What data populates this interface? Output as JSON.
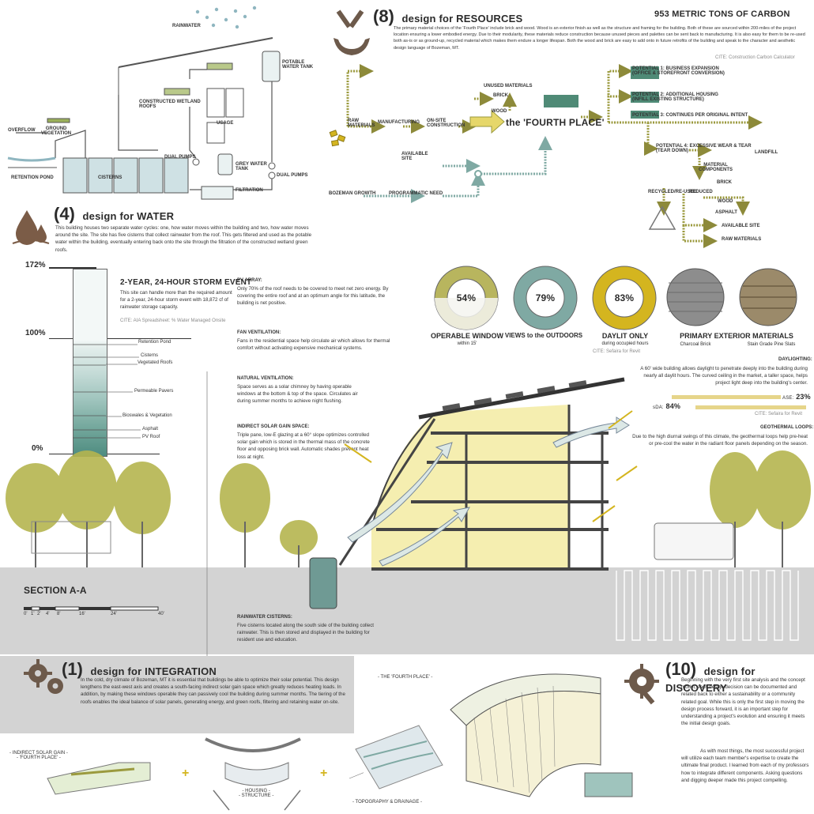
{
  "water": {
    "rainwater": "RAINWATER",
    "potable_tank": "POTABLE\nWATER TANK",
    "wetland_roofs": "CONSTRUCTED WETLAND\nROOFS",
    "usage": "USAGE",
    "overflow": "OVERFLOW",
    "ground_vegetation": "GROUND\nVEGETATION",
    "dual_pumps_1": "DUAL PUMPS",
    "grey_tank": "GREY WATER\nTANK",
    "dual_pumps_2": "DUAL PUMPS",
    "retention_pond": "RETENTION POND",
    "cisterns": "CISTERNS",
    "filtration": "FILTRATION",
    "num": "(4)",
    "title": "design for WATER",
    "body": "This building houses two separate water cycles: one, how water moves within the building and two, how water moves around the site. The site has five cisterns that collect rainwater from the roof. This gets filtered and used as the potable water within the building, eventually entering back onto the site through the filtration of the constructed wetland green roofs."
  },
  "resources": {
    "num": "(8)",
    "title": "design for RESOURCES",
    "carbon": "953 METRIC TONS OF CARBON",
    "body": "The primary material choices of the 'Fourth Place' include brick and wood. Wood is an exterior finish as well as the structure and framing for the building. Both of these are sourced within 200-miles of the project location ensuring a lower embodied energy. Due to their modularity, these materials reduce construction because unused pieces and palettes can be sent back to manufacturing. It is also easy for them to be re-used both as-is or as ground-up, recycled material which makes them endure a longer lifespan. Both the wood and brick are easy to add onto in future retrofits of the building and speak to the character and aesthetic design language of Bozeman, MT.",
    "cite": "CITE: Construction Carbon Calculator",
    "raw_materials": "RAW\nMATERIALS",
    "manufacturing": "MANUFACTURING",
    "onsite": "ON-SITE\nCONSTRUCTION",
    "unused": "UNUSED MATERIALS",
    "brick": "BRICK",
    "wood": "WOOD",
    "fourth_place": "the 'FOURTH PLACE'",
    "available_site": "AVAILABLE\nSITE",
    "bozeman_growth": "BOZEMAN GROWTH",
    "programmatic_need": "PROGRAMMATIC NEED",
    "p1": "POTENTIAL 1: BUSINESS EXPANSION\n(OFFICE & STOREFRONT CONVERSION)",
    "p2": "POTENTIAL 2: ADDITIONAL HOUSING\n(INFILL EXISTING STRUCTURE)",
    "p3": "POTENTIAL 3: CONTINUES PER ORIGINAL INTENT",
    "p4": "POTENTIAL 4: EXCESSIVE WEAR & TEAR\n(TEAR DOWN)",
    "landfill": "LANDFILL",
    "material_components": "MATERIAL\nCOMPONENTS",
    "brick2": "BRICK",
    "recycled": "RECYCLED/RE-USED",
    "reduced": "REDUCED",
    "wood2": "WOOD",
    "asphalt": "ASPHALT",
    "available_site2": "AVAILABLE SITE",
    "raw_materials2": "RAW MATERIALS"
  },
  "storm": {
    "p172": "172%",
    "p100": "100%",
    "p0": "0%",
    "title": "2-YEAR, 24-HOUR STORM EVENT",
    "body": "This site can handle more than the required amount for a 2-year, 24-hour storm event with 18,872 cf of rainwater storage capacity.",
    "cite": "CITE: AIA Spreadsheet: % Water Managed Onsite",
    "items": [
      "Retention Pond",
      "Cisterns",
      "Vegetated Roofs",
      "Permeable Pavers",
      "Bioswales & Vegetation",
      "Asphalt",
      "PV Roof"
    ]
  },
  "section": {
    "pv_head": "PV ARRAY:",
    "pv_body": "Only 70% of the roof needs to be covered to meet net zero energy. By covering the entire roof and at an optimum angle for this latitude, the building is net positive.",
    "fan_head": "FAN VENTILATION:",
    "fan_body": "Fans in the residential space help circulate air which allows for thermal comfort without activating expensive mechanical systems.",
    "nat_head": "NATURAL VENTILATION:",
    "nat_body": "Space serves as a solar chimney by having operable windows at the bottom & top of the space. Circulates air during summer months to achieve night flushing.",
    "solar_head": "INDIRECT SOLAR GAIN SPACE:",
    "solar_body": "Triple pane, low-E glazing at a 60° slope optimizes controlled solar gain which is stored in the thermal mass of the concrete floor and opposing brick wall. Automatic shades prevent heat loss at night.",
    "cistern_head": "RAINWATER CISTERNS:",
    "cistern_body": "Five cisterns located along the south side of the building collect rainwater. This is then stored and displayed in the building for resident use and education.",
    "title": "SECTION A-A",
    "scale": [
      "0'",
      "1'",
      "2'",
      "4'",
      "8'",
      "16'",
      "24'",
      "40'"
    ]
  },
  "gauges": [
    {
      "value": "54%",
      "label": "OPERABLE WINDOW",
      "sub": "within 15'",
      "color": "#b8b55e"
    },
    {
      "value": "79%",
      "label": "VIEWS to the OUTDOORS",
      "sub": "",
      "color": "#7fa9a3"
    },
    {
      "value": "83%",
      "label": "DAYLIT ONLY",
      "sub": "during occupied hours",
      "color": "#d4b51f"
    }
  ],
  "gauge_cite": "CITE: Sefaira for Revit",
  "materials": {
    "head": "PRIMARY EXTERIOR MATERIALS",
    "m1": "Charcoal Brick",
    "m2": "Stain Grade Pine Slats"
  },
  "daylight": {
    "head": "DAYLIGHTING:",
    "body": "A 60' wide building allows daylight to penetrate deeply into the building during nearly all daylit hours. The curved ceiling in the market, a taller space, helps project light deep into the building's center.",
    "ase_lbl": "ASE:",
    "ase_val": "23%",
    "sda_lbl": "sDA:",
    "sda_val": "84%",
    "cite": "CITE: Sefaira for Revit"
  },
  "geo": {
    "head": "GEOTHERMAL LOOPS:",
    "body": "Due to the high diurnal swings of this climate, the geothermal loops help pre-heat or pre-cool the water in the radiant floor panels depending on the season."
  },
  "integration": {
    "num": "(1)",
    "title": "design for INTEGRATION",
    "body": "In the cold, dry climate of Bozeman, MT it is essential that buildings be able to optimize their solar potential. This design lengthens the east-west axis and creates a south-facing indirect solar gain space which greatly reduces heating loads. In addition, by making these windows operable they can passively cool the building during summer months. The tiering of the roofs enables the ideal balance of solar panels, generating energy, and green roofs, filtering and retaining water on-site.",
    "d1": "- INDIRECT SOLAR GAIN -\n- 'FOURTH PLACE' -",
    "d2": "- HOUSING -\n- STRUCTURE -",
    "d3": "- TOPOGRAPHY & DRAINAGE -",
    "d4": "- THE 'FOURTH PLACE' -"
  },
  "discovery": {
    "num": "(10)",
    "title": "design for DISCOVERY",
    "body": "Beginning with the very first site analysis and the concept model, each design decision can be documented and related back to either a sustainability or a community related goal. While this is only the first step in moving the design process forward, it is an important step for understanding a project's evolution and ensuring it meets the initial design goals.",
    "body2": "As with most things, the most successful project will utilize each team member's expertise to create the ultimate final product. I learned from each of my professors how to integrate different components. Asking questions and digging deeper made this project compelling."
  },
  "colors": {
    "olive": "#9b9a3e",
    "teal": "#5f9a8d",
    "yellow": "#f0e4a0",
    "gray_band": "#d3d3d3",
    "brown": "#6d5a4b"
  }
}
